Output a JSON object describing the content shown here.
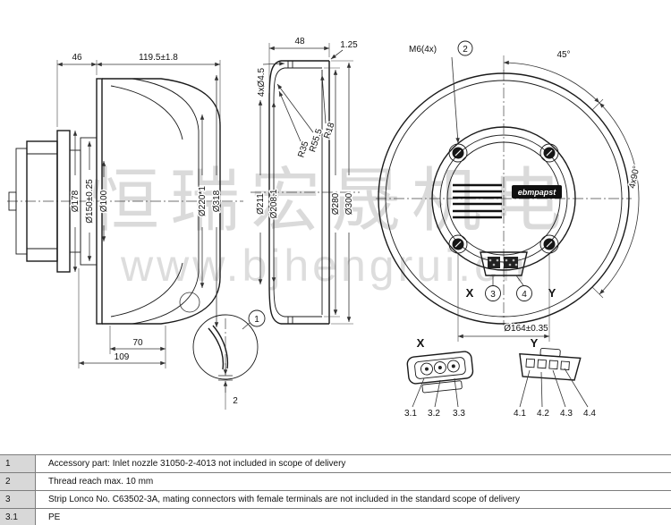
{
  "watermark": {
    "cn": "恒瑞宏晟机电",
    "url": "www.bjhengrui.cn"
  },
  "side": {
    "d46": "46",
    "d119": "119.5±1.8",
    "d178": "Ø178",
    "d150": "Ø150±0.25",
    "d100": "Ø100",
    "d220": "Ø220*1",
    "d318": "Ø318",
    "d70": "70",
    "d109": "109"
  },
  "detail1": {
    "callout": "1",
    "thickness": "2"
  },
  "section": {
    "d48": "48",
    "t125": "1.25",
    "holes": "4xØ4.5",
    "r18": "R18",
    "r555": "R55.5",
    "r35": "R35",
    "d211": "Ø211",
    "d2081": "Ø208.1",
    "d280": "Ø280",
    "d300": "Ø300"
  },
  "front": {
    "m6": "M6(4x)",
    "callout2": "2",
    "a45": "45°",
    "a490": "4x90°",
    "d164": "Ø164±0.35",
    "x_label": "X",
    "y_label": "Y",
    "callout3": "3",
    "callout4": "4",
    "brand": "ebmpapst"
  },
  "detailX": {
    "title": "X",
    "labels": [
      "3.1",
      "3.2",
      "3.3"
    ]
  },
  "detailY": {
    "title": "Y",
    "labels": [
      "4.1",
      "4.2",
      "4.3",
      "4.4"
    ]
  },
  "table": {
    "rows": [
      {
        "no": "1",
        "text": "Accessory part: Inlet nozzle 31050-2-4013 not included in scope of delivery"
      },
      {
        "no": "2",
        "text": "Thread reach max. 10 mm"
      },
      {
        "no": "3",
        "text": "Strip Lonco No. C63502-3A, mating connectors with female terminals are not included in the standard scope of delivery"
      },
      {
        "no": "3.1",
        "text": "PE"
      }
    ]
  }
}
